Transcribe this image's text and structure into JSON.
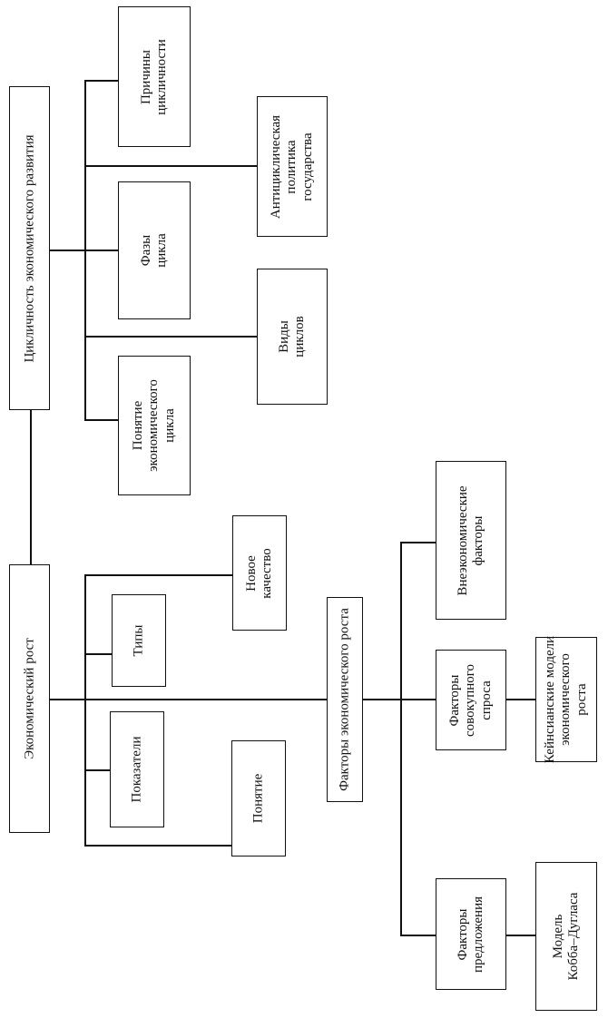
{
  "diagram": {
    "cycle": {
      "title": "Цикличность экономического развития",
      "concept": [
        "Понятие",
        "экономического",
        "цикла"
      ],
      "phases": [
        "Фазы",
        "цикла"
      ],
      "causes": [
        "Причины",
        "цикличности"
      ],
      "types": [
        "Виды",
        "циклов"
      ],
      "policy": [
        "Антициклическая",
        "политика",
        "государства"
      ]
    },
    "growth": {
      "title": "Экономический рост",
      "concept": "Понятие",
      "indicators": "Показатели",
      "types": "Типы",
      "new_quality": [
        "Новое",
        "качество"
      ]
    },
    "factors": {
      "title": "Факторы экономического роста",
      "supply": [
        "Факторы",
        "предложения"
      ],
      "demand": [
        "Факторы",
        "совокупного",
        "спроса"
      ],
      "non_economic": [
        "Внеэкономические",
        "факторы"
      ],
      "cobb_douglas": [
        "Модель",
        "Кобба–Дугласа"
      ],
      "keynesian": [
        "Кейнсианские модели",
        "экономического",
        "роста"
      ]
    }
  }
}
